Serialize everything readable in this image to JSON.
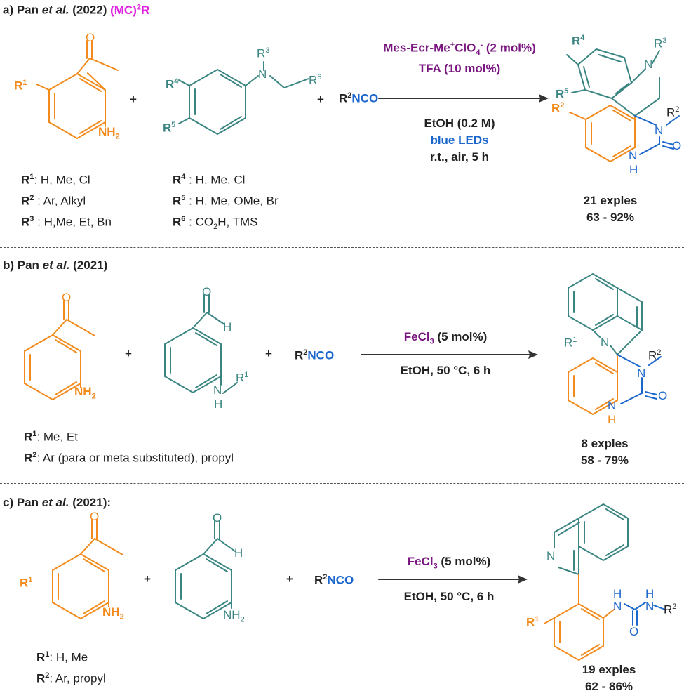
{
  "panels": [
    {
      "header": {
        "prefix": "a) Pan ",
        "etal": "et al.",
        "year": " (2022) ",
        "tag": "(MC)",
        "tag_sup": "2",
        "tag_end": "R"
      },
      "conditions_above": [
        "Mes-Ecr-Me",
        "+",
        "ClO",
        "4",
        "-",
        " (2 mol%)",
        "TFA (10 mol%)"
      ],
      "conditions_below": [
        "EtOH (0.2 M)",
        "blue LEDs",
        "r.t., air, 5 h"
      ],
      "reagent": {
        "r": "R",
        "sup": "2",
        "nco": "NCO"
      },
      "substituents_left": [
        {
          "r": "R",
          "sup": "1",
          "text": ": H, Me, Cl"
        },
        {
          "r": "R",
          "sup": "2",
          "text": " : Ar, Alkyl"
        },
        {
          "r": "R",
          "sup": "3",
          "text": " : H,Me, Et, Bn"
        }
      ],
      "substituents_right": [
        {
          "r": "R",
          "sup": "4",
          "text": " : H, Me, Cl"
        },
        {
          "r": "R",
          "sup": "5",
          "text": " : H, Me, OMe, Br"
        },
        {
          "r": "R",
          "sup": "6",
          "text": " : CO",
          "sub": "2",
          "text2": "H, TMS"
        }
      ],
      "yield": [
        "21 exples",
        "63 - 92%"
      ]
    },
    {
      "header": {
        "prefix": "b) Pan ",
        "etal": "et al.",
        "year": " (2021)"
      },
      "conditions_above": [
        "FeCl",
        "3",
        " (5 mol%)"
      ],
      "conditions_below": [
        "EtOH, 50 °C, 6 h"
      ],
      "reagent": {
        "r": "R",
        "sup": "2",
        "nco": "NCO"
      },
      "substituents_left": [
        {
          "r": "R",
          "sup": "1",
          "text": ": Me, Et"
        },
        {
          "r": "R",
          "sup": "2",
          "text": ": Ar (para or meta substituted), propyl"
        }
      ],
      "yield": [
        "8 exples",
        "58 - 79%"
      ]
    },
    {
      "header": {
        "prefix": "c) Pan ",
        "etal": "et al.",
        "year": " (2021):"
      },
      "conditions_above": [
        "FeCl",
        "3",
        " (5 mol%)"
      ],
      "conditions_below": [
        "EtOH, 50 °C, 6 h"
      ],
      "reagent": {
        "r": "R",
        "sup": "2",
        "nco": "NCO"
      },
      "substituents_left": [
        {
          "r": "R",
          "sup": "1",
          "text": ": H, Me"
        },
        {
          "r": "R",
          "sup": "2",
          "text": ": Ar, propyl"
        }
      ],
      "yield": [
        "19 exples",
        "62 - 86%"
      ]
    }
  ],
  "plus": "+",
  "atoms": {
    "O": "O",
    "N": "N",
    "H": "H",
    "NH": "NH",
    "NH2": "NH",
    "two": "2",
    "R1": "R",
    "R2": "R",
    "R3": "R",
    "R4": "R",
    "R5": "R",
    "R6": "R",
    "s1": "1",
    "s2": "2",
    "s3": "3",
    "s4": "4",
    "s5": "5",
    "s6": "6"
  },
  "colors": {
    "orange": "#f28a1c",
    "teal": "#3a8582",
    "blue": "#1a66cc",
    "purple": "#7a1680",
    "magenta": "#e020e0"
  }
}
